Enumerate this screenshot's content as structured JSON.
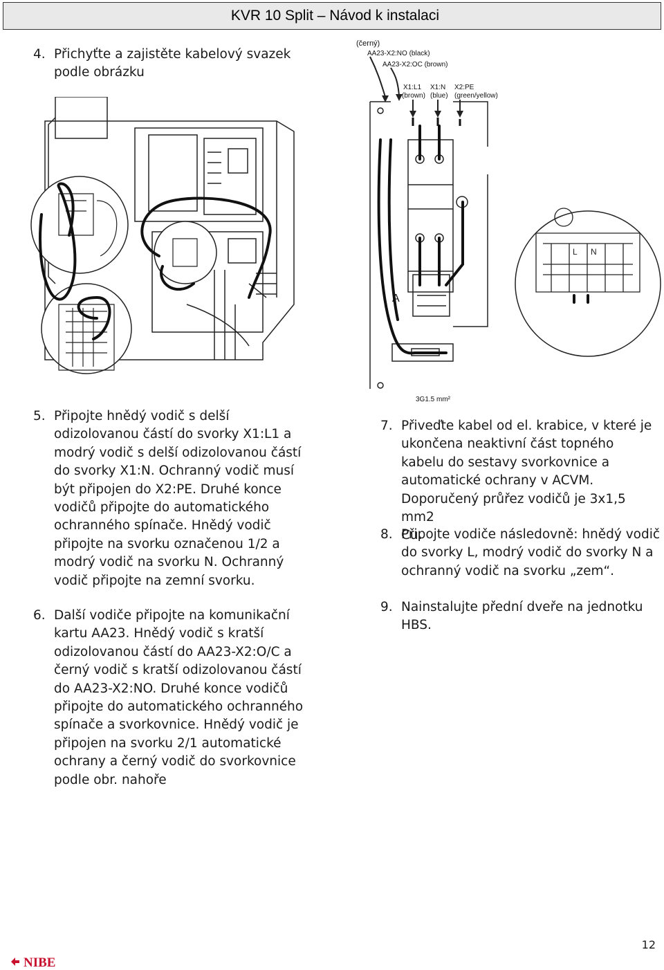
{
  "header": {
    "title": "KVR 10 Split – Návod k instalaci"
  },
  "steps": [
    {
      "num": "4.",
      "lines": [
        "Přichyťte a zajistěte kabelový svazek",
        "podle obrázku"
      ]
    },
    {
      "num": "5.",
      "lines": [
        "Připojte hnědý vodič s delší",
        "odizolovanou částí do svorky X1:L1 a",
        "modrý vodič s delší odizolovanou částí",
        "do svorky X1:N. Ochranný vodič musí",
        "být připojen do X2:PE. Druhé konce",
        "vodičů připojte do automatického",
        "ochranného spínače. Hnědý vodič",
        "připojte na svorku označenou 1/2  a",
        "modrý vodič na svorku N. Ochranný",
        "vodič připojte na zemní svorku."
      ]
    },
    {
      "num": "6.",
      "lines": [
        "Další vodiče připojte na komunikační",
        "kartu AA23. Hnědý vodič s kratší",
        "odizolovanou částí do AA23-X2:O/C a",
        "černý vodič s kratší odizolovanou částí",
        "do AA23-X2:NO. Druhé konce vodičů",
        "připojte do automatického ochranného",
        "spínače a svorkovnice. Hnědý vodič je",
        "připojen na svorku 2/1  automatické",
        "ochrany a černý vodič do svorkovnice",
        "podle obr. nahoře"
      ]
    },
    {
      "num": "7.",
      "lines": [
        "Přiveďte kabel od el. krabice, v které je",
        "ukončena neaktivní část topného",
        "kabelu do sestavy svorkovnice a",
        "automatické ochrany v ACVM.",
        "Doporučený průřez vodičů je 3x1,5 mm2",
        "Cu."
      ]
    },
    {
      "num": "8.",
      "lines": [
        "Připojte vodiče následovně: hnědý vodič",
        "do svorky L, modrý vodič do svorky N a",
        "ochranný vodič na svorku „zem“."
      ]
    },
    {
      "num": "9.",
      "lines": [
        "Nainstalujte přední dveře na jednotku",
        "HBS."
      ]
    }
  ],
  "figure": {
    "labels": {
      "cerny": "(černý)",
      "aa23_no": "AA23-X2:NO (black)",
      "aa23_oc": "AA23-X2:OC (brown)",
      "x1l1": "X1:L1",
      "x1l1_sub": "(brown)",
      "x1n": "X1:N",
      "x1n_sub": "(blue)",
      "x2pe": "X2:PE",
      "x2pe_sub": "(green/yellow)",
      "a": "A",
      "cable": "3G1.5 mm²",
      "terminal_l": "L",
      "terminal_n": "N"
    }
  },
  "footer": {
    "page": "12",
    "logo": "NIBE"
  }
}
